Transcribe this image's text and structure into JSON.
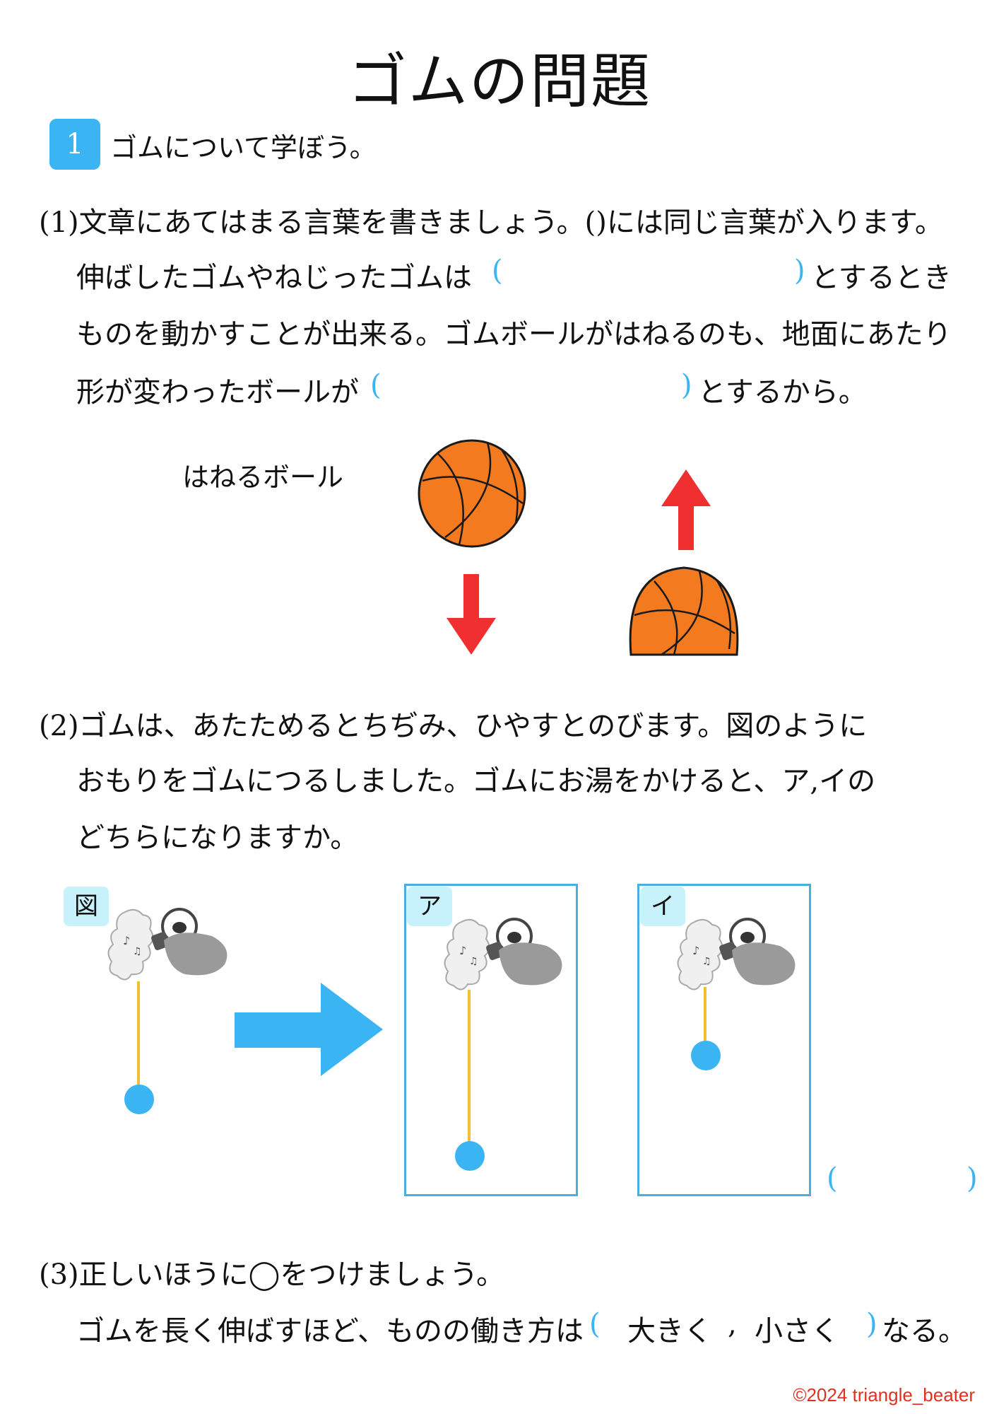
{
  "title": "ゴムの問題",
  "section": {
    "number": "1",
    "heading": "ゴムについて学ぼう。"
  },
  "q1": {
    "line1": "(1)文章にあてはまる言葉を書きましょう。()には同じ言葉が入ります。",
    "line2_a": "伸ばしたゴムやねじったゴムは",
    "line2_b": "とするとき",
    "line3": "ものを動かすことが出来る。ゴムボールがはねるのも、地面にあたり",
    "line4_a": "形が変わったボールが",
    "line4_b": "とするから。",
    "paren_open": "(",
    "paren_close": ")",
    "ball_label": "はねるボール"
  },
  "q2": {
    "line1": "(2)ゴムは、あたためるとちぢみ、ひやすとのびます。図のように",
    "line2": "おもりをゴムにつるしました。ゴムにお湯をかけると、ア,イの",
    "line3": "どちらになりますか。",
    "label_fig": "図",
    "label_a": "ア",
    "label_i": "イ",
    "answer_open": "(",
    "answer_close": ")"
  },
  "q3": {
    "line1": "(3)正しいほうに◯をつけましょう。",
    "line2_a": "ゴムを長く伸ばすほど、ものの働き方は",
    "paren_open": "(",
    "option1": "大きく",
    "separator": ",",
    "option2": "小さく",
    "paren_close": ")",
    "line2_b": "なる。"
  },
  "copyright": "©2024 triangle_beater",
  "colors": {
    "accent": "#3ab4f2",
    "ball": "#f47a20",
    "arrow_red": "#f03030",
    "rubber": "#f0c030",
    "label_bg": "#c8f2fb",
    "copyright": "#e03020"
  },
  "icons": [
    "basketball-icon",
    "down-arrow-icon",
    "up-arrow-icon",
    "kettle-icon",
    "steam-icon",
    "weight-icon",
    "right-arrow-icon"
  ]
}
